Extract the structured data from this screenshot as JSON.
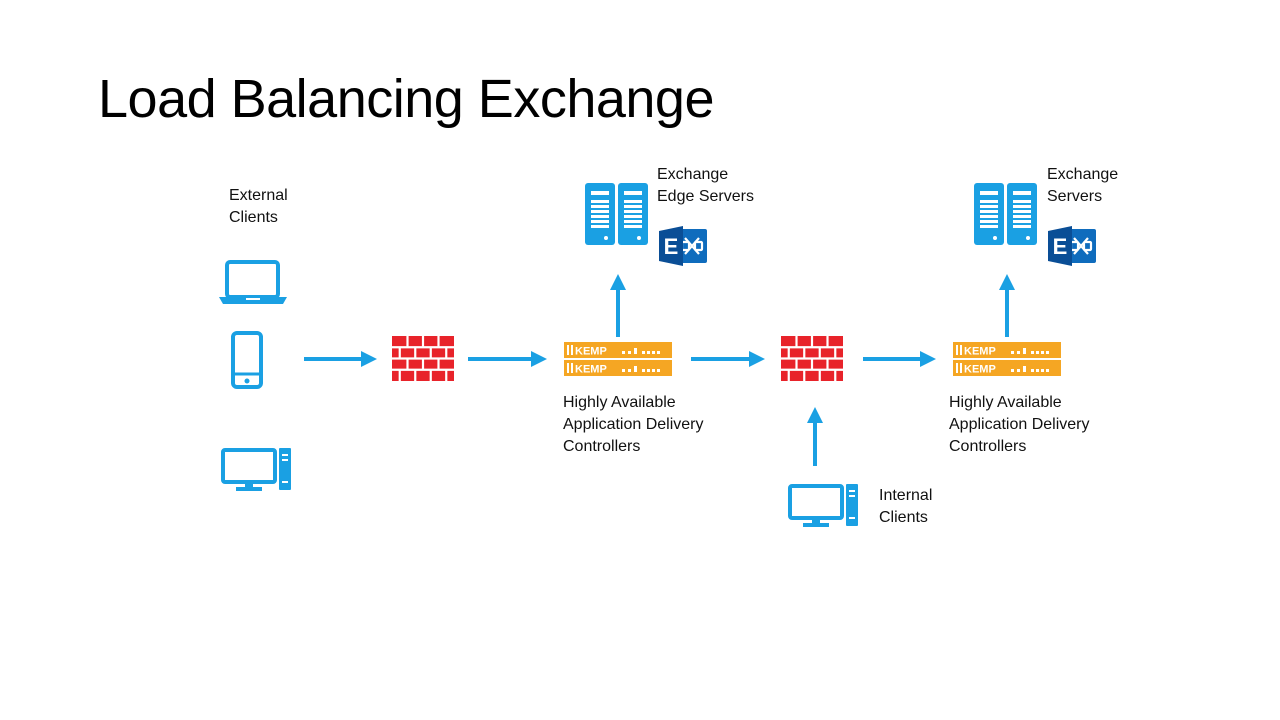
{
  "title": "Load Balancing Exchange",
  "labels": {
    "external_clients": [
      "External",
      "Clients"
    ],
    "edge_servers": [
      "Exchange",
      "Edge Servers"
    ],
    "exchange_servers": [
      "Exchange",
      "Servers"
    ],
    "adc_left": [
      "Highly Available",
      "Application Delivery",
      "Controllers"
    ],
    "adc_right": [
      "Highly Available",
      "Application Delivery",
      "Controllers"
    ],
    "internal_clients": [
      "Internal",
      "Clients"
    ]
  },
  "adc_brand": "KEMP",
  "exchange_logo_letter": "E",
  "colors": {
    "accent_blue": "#1aa0e3",
    "exchange_blue": "#0f6cbd",
    "firewall_red": "#e8232a",
    "adc_orange": "#f5a623"
  }
}
